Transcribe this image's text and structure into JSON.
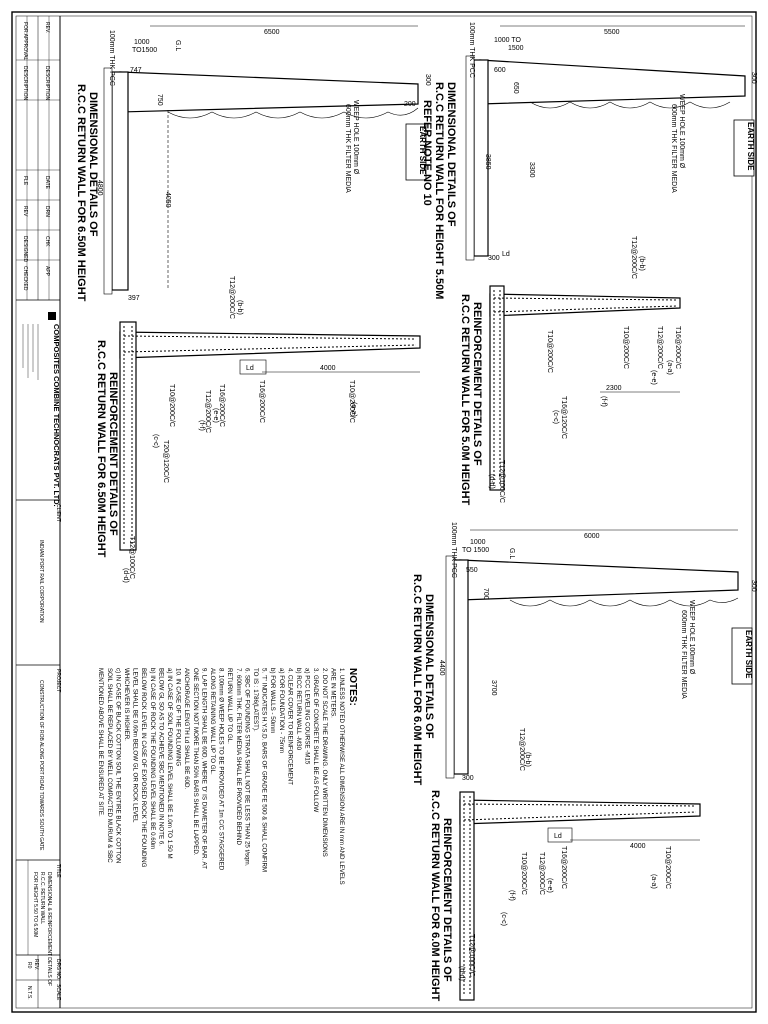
{
  "titleblock": {
    "company": "COMPOSITES COMBINE TECHNOCRATS PVT. LTD.",
    "client": "INDIAN PORT RAIL CORPORATION",
    "project": "CONSTRUCTION OF ROB ALONG PORT ROAD TOWARDS SOUTH GATE",
    "drawing_title_1": "DIMENSIONAL & REINFORCEMENT DETAILS OF",
    "drawing_title_2": "R.C.C. RETURN WALL",
    "drawing_title_3": "FOR HEIGHT 5.50 TO 6.50M",
    "label_client": "CLIENT",
    "label_project": "PROJECT",
    "label_title": "TITLE",
    "label_drg_no": "DRG NO.",
    "label_rev": "REV.",
    "label_scale": "SCALE",
    "scale": "N.T.S.",
    "rev": "R0",
    "revision_cols": [
      "REV.",
      "DESCRIPTION",
      "DATE",
      "DRN",
      "CHK",
      "APP"
    ],
    "sign_rows": [
      "FOR APPROVAL",
      "DESCRIPTION",
      "FLE",
      "REV",
      "DESIGNED",
      "CHECKED"
    ]
  },
  "views": {
    "v1": {
      "title_1": "DIMENSIONAL DETAILS OF",
      "title_2": "R.C.C RETURN WALL FOR 6.50M HEIGHT",
      "dim_total": "6500",
      "dim_to_1": "1000",
      "dim_to_2": "TO1500",
      "dim_toe": "747",
      "dim_top": "750",
      "dim_h": "4800",
      "dim_h2": "4050",
      "dim_base": "397",
      "pcc": "100mm THK PCC",
      "gl": "G.L",
      "weep": "WEEP HOLE 100mm Ø",
      "filter": "600mm THK FILTER MEDIA",
      "earth": "EARTH SIDE",
      "d300": "300",
      "d200": "200"
    },
    "v2": {
      "title_1": "DIMENSIONAL DETAILS OF",
      "title_2": "R.C.C RETURN WALL FOR HEIGHT 5.50M",
      "title_3": "REFER NOTE NO 10",
      "dim_total": "5500",
      "dim_to_1": "1000 TO",
      "dim_to_2": "1500",
      "dim_toe": "600",
      "dim_top": "650",
      "dim_h": "3850",
      "dim_h2": "3300",
      "dim_base": "300",
      "pcc": "100mm THK PCC",
      "weep": "WEEP HOLE 100mm Ø",
      "filter": "600mm THK FILTER MEDIA",
      "earth": "EARTH SIDE",
      "d300": "300"
    },
    "v3": {
      "title_1": "REINFORCEMENT DETAILS OF",
      "title_2": "R.C.C RETURN WALL FOR 6.50M HEIGHT",
      "dim_len": "4000",
      "ld": "Ld",
      "bars": [
        "T12@200C/C",
        "T16@200C/C",
        "T10@200C/C",
        "T10@200C/C",
        "T16@200C/C",
        "T12@200C/C",
        "T20@120C/C",
        "T12@100C/C"
      ],
      "marks": [
        "(b-b)",
        "(a-a)",
        "(e-e)",
        "(c-c)",
        "(d-d)",
        "(f-f)"
      ]
    },
    "v4": {
      "title_1": "REINFORCEMENT DETAILS OF",
      "title_2": "R.C.C RETURN WALL FOR 5.0M HEIGHT",
      "dim_len": "2300",
      "ld": "Ld",
      "bars": [
        "T12@200C/C",
        "T16@200C/C",
        "T12@200C/C",
        "T10@200C/C",
        "T10@200C/C",
        "T16@120C/C",
        "T12@100C/C"
      ],
      "marks": [
        "(b-b)",
        "(a-a)",
        "(e-e)",
        "(c-c)",
        "(d-d)",
        "(f-f)"
      ]
    },
    "v5": {
      "title_1": "DIMENSIONAL DETAILS OF",
      "title_2": "R.C.C RETURN WALL FOR 6.0M HEIGHT",
      "dim_total": "6000",
      "dim_to_1": "1000",
      "dim_to_2": "TO 1500",
      "dim_toe": "550",
      "dim_top": "700",
      "dim_h": "4400",
      "dim_h2": "3700",
      "dim_base": "300",
      "pcc": "100mm THK PCC",
      "gl": "G.L",
      "weep": "WEEP HOLE 100mm Ø",
      "filter": "600mm THK FILTER MEDIA",
      "earth": "EARTH SIDE",
      "d300": "300"
    },
    "v6": {
      "title_1": "REINFORCEMENT DETAILS OF",
      "title_2": "R.C.C RETURN WALL FOR 6.0M HEIGHT",
      "dim_len": "4000",
      "ld": "Ld",
      "bars": [
        "T12@200C/C",
        "T16@200C/C",
        "T10@200C/C",
        "T10@200C/C",
        "T12@200C/C",
        "T12@100C/C"
      ],
      "marks": [
        "(b-b)",
        "(a-a)",
        "(e-e)",
        "(c-c)",
        "(d-d)",
        "(f-f)"
      ]
    }
  },
  "notes": {
    "heading": "NOTES:",
    "lines": [
      "1. UNLESS NOTED OTHERWISE ALL DIMENSION ARE IN mm AND LEVELS",
      "   ARE IN METERS.",
      "2. DO NOT SCALE THE DRAWING. ONLY WRITTEN DIMENSIONS",
      "3. GRADE OF CONCRETE SHALL BE AS FOLLOW",
      "   a) PCC LEVELING COURSE -M15",
      "   b) RCC RETURN WALL -M30",
      "4. CLEAR COVER TO REINFORCEMENT",
      "   a) FOR FOUNDATION - 75mm",
      "   b) FOR WALLS - 50mm",
      "5. 'T' INDICATES H.Y.S.D. BARS OF GRADE FE 500 & SHALL CONFIRM",
      "   TO IS : 1786(LATEST).",
      "6. SBC OF FOUNDING STRATA SHALL NOT BE LESS THAN 25 t/sqm.",
      "7. 600mm THK. FILTER MEDIA SHALL BE PROVIDED BEHIND",
      "   RETURN WALL UP TO GL.",
      "8. 100mm Ø WEEP HOLES TO BE PROVIDED AT 1m C/C STAGGERED",
      "   ALONG RETAINING WALL UP TO GL.",
      "9. LAP LENGTH SHALL BE 60D, WHERE 'D' IS DIAMETER OF BAR. AT",
      "   ONE SECTION NOT MORE THAN 50% BARS SHALL BE LAPPED.",
      "   ANCHORAGE LENGTH Ld SHALL BE 60D.",
      "10. IN CASE OF THE FOLLOWING",
      "   a) IN CASE OF SOIL FOUNDING LEVEL SHALL BE 1.0m TO 1.50 M",
      "      BELOW GL SO AS TO ACHIEVE SBC MENTIONED IN NOTE 6.",
      "   b) IN CASE OF ROCK THE FOUNDING LEVEL SHALL BE 0.60m",
      "      BELOW ROCK LEVEL IN CASE OF EXPOSED ROCK THE FOUNDING",
      "      LEVEL SHALL BE 0.60m BELOW GL OR ROCK LEVEL",
      "      WHICHEVER IS HIGHER.",
      "   c) IN CASE OF BLACK COTTON SOIL THE ENTIRE BLACK COTTON",
      "      SOIL SHALL BE REPLACED BY WELL COMPACTED MURUM & SBC",
      "      MENTIONED ABOVE SHALL BE ENSURED AT SITE."
    ]
  }
}
